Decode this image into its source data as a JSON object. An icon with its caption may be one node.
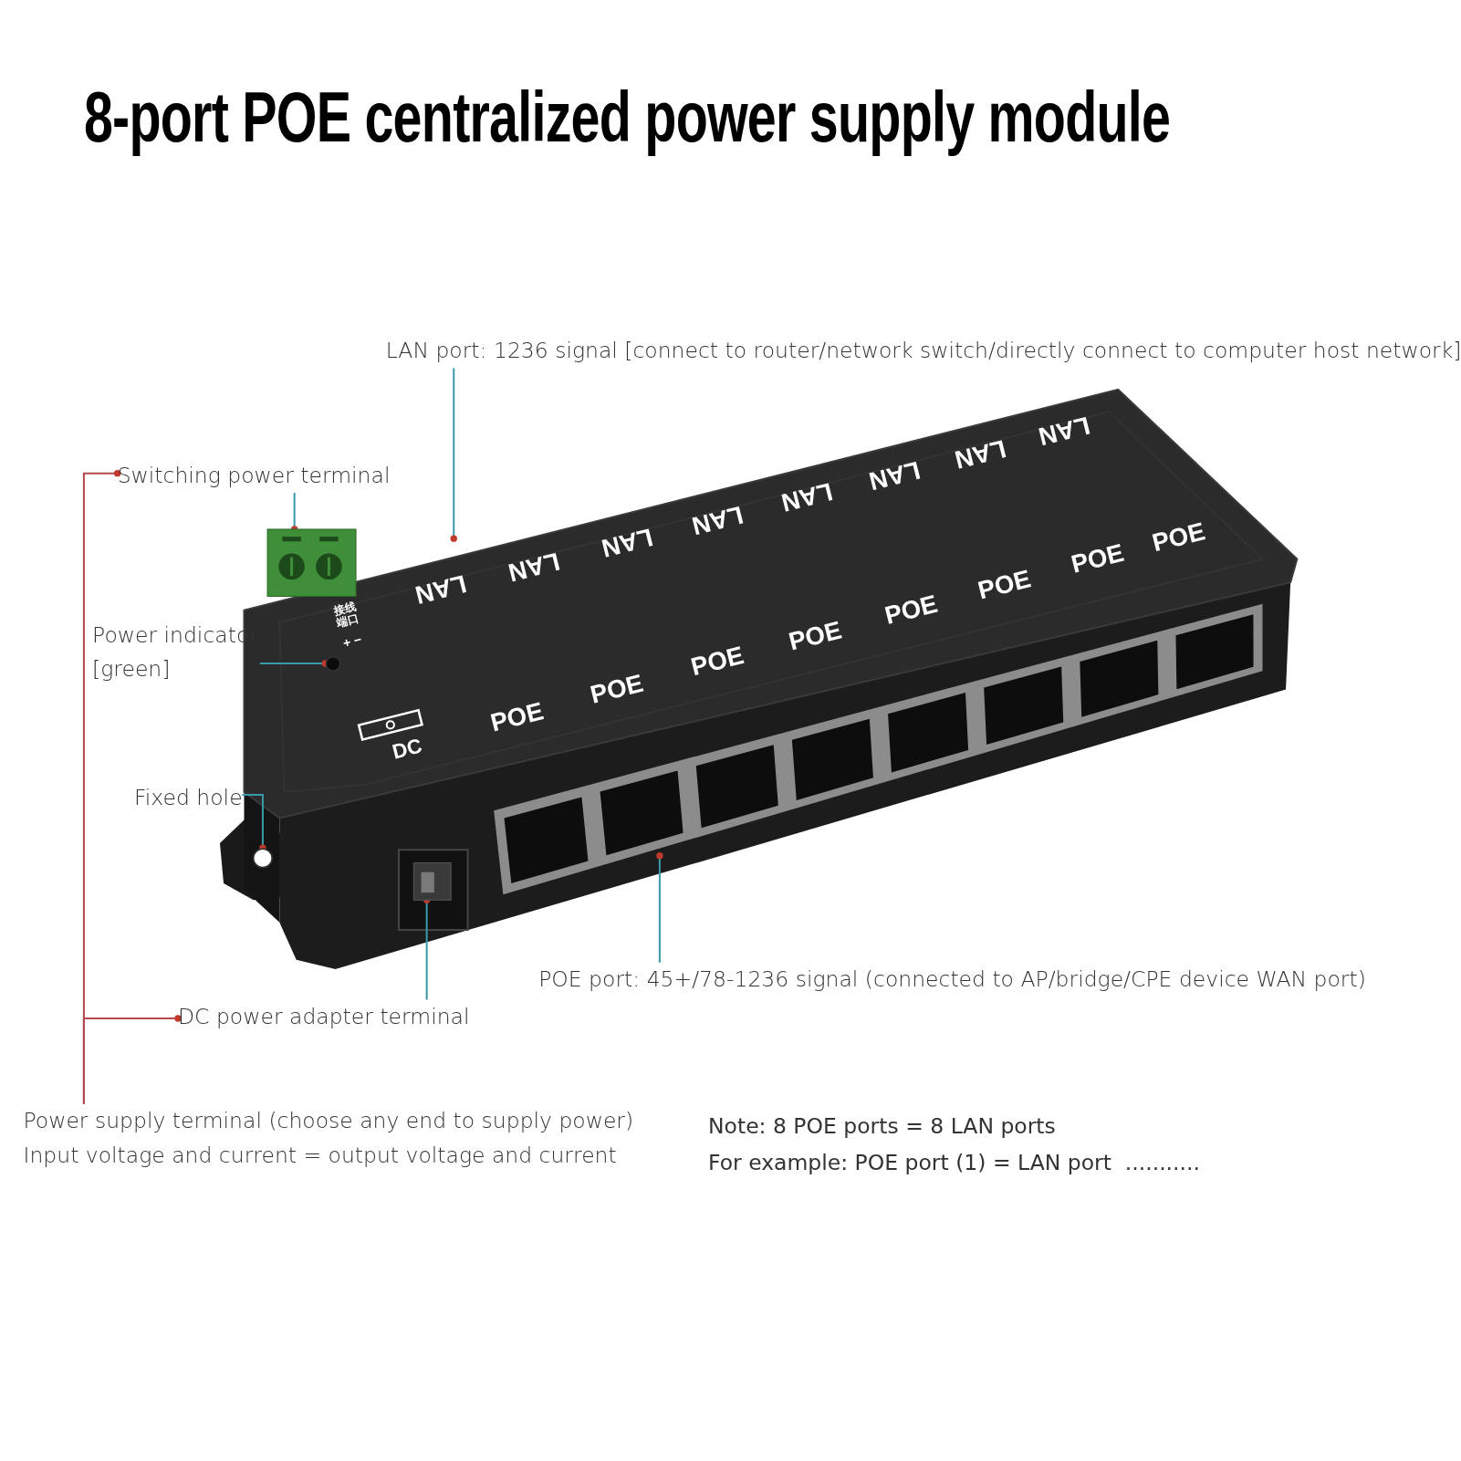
{
  "diagram": {
    "title": "8-port POE centralized power supply module",
    "nodes": [
      {
        "text": [
          "LAN port: 1236 signal [connect to router/network switch/directly connect to computer host network]"
        ]
      },
      {
        "text": [
          "Switching power terminal"
        ]
      },
      {
        "text": [
          "Power indicator [green]"
        ]
      },
      {
        "text": [
          "Fixed hole"
        ]
      },
      {
        "text": [
          "DC power adapter terminal"
        ]
      },
      {
        "text": [
          "POE port: 45+/78-1236 signal (connected to AP/bridge/CPE device WAN port)"
        ]
      },
      {
        "text": [
          "Power supply terminal (choose any end to supply power)",
          "Input voltage and current = output voltage and current"
        ]
      },
      {
        "text": [],
        "shape": "box"
      },
      {
        "text": [],
        "shape": "circle"
      },
      {
        "text": [],
        "shape": "circle"
      },
      {
        "text": [],
        "shape": "box"
      },
      {
        "text": [],
        "shape": "box"
      }
    ],
    "edges": [
      {
        "from": 0,
        "to": null,
        "arrow": "other"
      },
      {
        "from": 1,
        "to": 7,
        "arrow": "other"
      },
      {
        "from": 2,
        "to": 8,
        "arrow": "other"
      },
      {
        "from": 3,
        "to": 9,
        "arrow": "other"
      },
      {
        "from": 4,
        "to": 10,
        "arrow": "other"
      },
      {
        "from": 5,
        "to": 11,
        "arrow": "other"
      },
      {
        "from": 6,
        "to": 1,
        "arrow": "other",
        "color": "#b5474f"
      },
      {
        "from": 6,
        "to": 4,
        "arrow": "other",
        "color": "#b5474f"
      }
    ],
    "labels": [
      "LAN",
      "LAN",
      "LAN",
      "LAN",
      "LAN",
      "LAN",
      "LAN",
      "LAN",
      "接线端口",
      "+ −",
      "POE",
      "POE",
      "POE",
      "POE",
      "POE",
      "POE",
      "POE",
      "POE",
      "DC",
      "Note: 8 POE ports = 8 LAN ports",
      "For example: POE port (1) = LAN port  ..........."
    ]
  }
}
